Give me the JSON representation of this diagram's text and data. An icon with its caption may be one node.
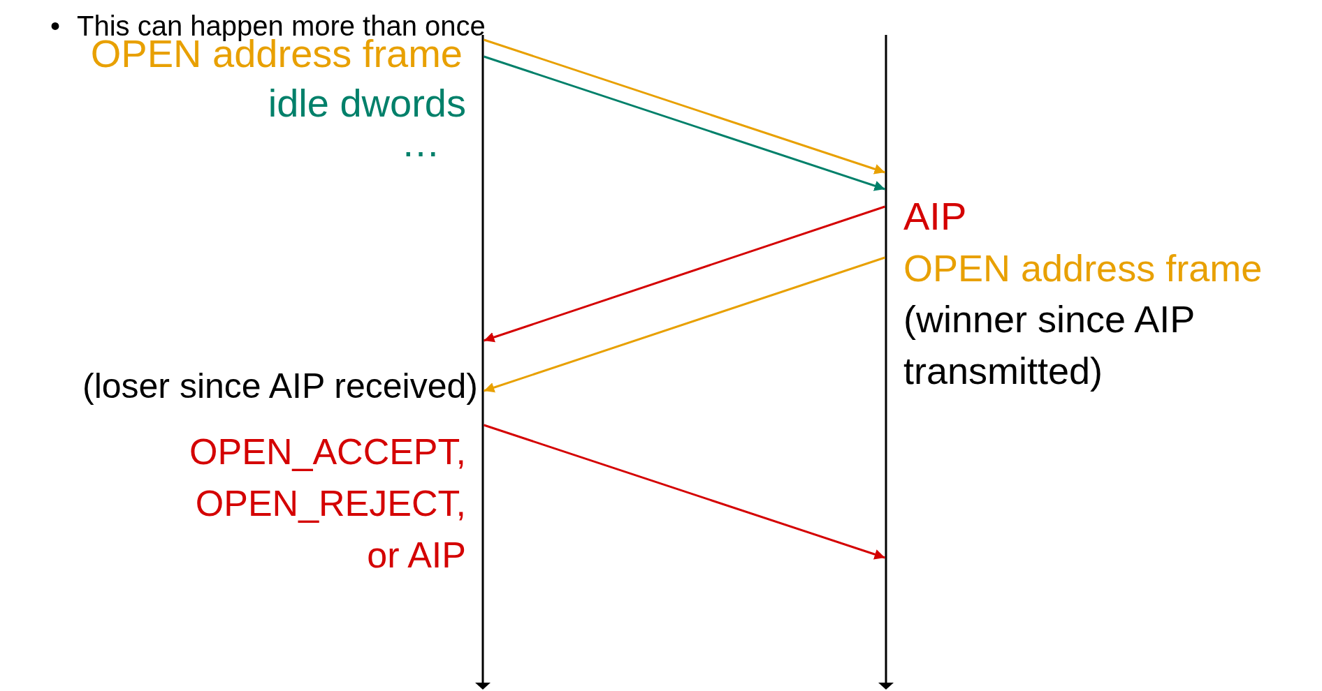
{
  "diagram": {
    "nodes": [
      {
        "text": [],
        "shape": "bar"
      },
      {
        "text": [],
        "shape": "bar"
      }
    ],
    "edges": [
      {
        "from": 0,
        "to": 1,
        "arrow": "to",
        "color": "#e8a000"
      },
      {
        "from": 0,
        "to": 1,
        "arrow": "to",
        "color": "#00806a"
      },
      {
        "from": 1,
        "to": 0,
        "arrow": "to",
        "color": "#d40000"
      },
      {
        "from": 1,
        "to": 0,
        "arrow": "to",
        "color": "#e8a000"
      },
      {
        "from": 0,
        "to": 1,
        "arrow": "to",
        "color": "#d40000"
      }
    ],
    "labels": [
      "•",
      "This can happen more than once",
      "OPEN address frame",
      "idle dwords",
      "…",
      "AIP",
      "OPEN address frame",
      "(winner since AIP transmitted)",
      "(loser since AIP received)",
      "OPEN_ACCEPT, OPEN_REJECT, or AIP"
    ]
  }
}
